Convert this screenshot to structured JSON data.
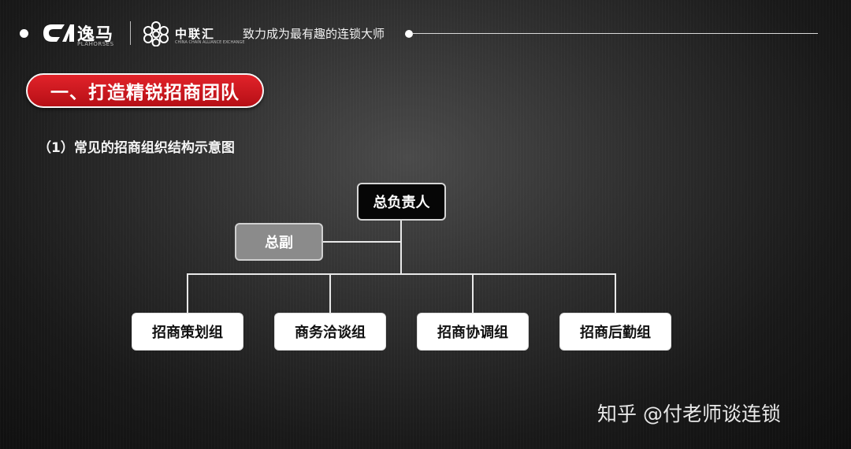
{
  "header": {
    "brand1_name": "逸马",
    "brand1_sub": "PLAHORSES",
    "brand2_name": "中联汇",
    "brand2_sub": "CHINA CHAIN ALLIANCE EXCHANGE",
    "slogan": "致力成为最有趣的连锁大师"
  },
  "section": {
    "title": "一、打造精锐招商团队",
    "subtitle": "（1）常见的招商组织结构示意图"
  },
  "org_chart": {
    "top": "总负责人",
    "deputy": "总副",
    "teams": [
      "招商策划组",
      "商务洽谈组",
      "招商协调组",
      "招商后勤组"
    ]
  },
  "watermark": {
    "text": "知乎 @付老师谈连锁"
  },
  "colors": {
    "accent_red": "#d91c22",
    "background": "#1e1e1e",
    "deputy_gray": "#8b8b8b"
  }
}
